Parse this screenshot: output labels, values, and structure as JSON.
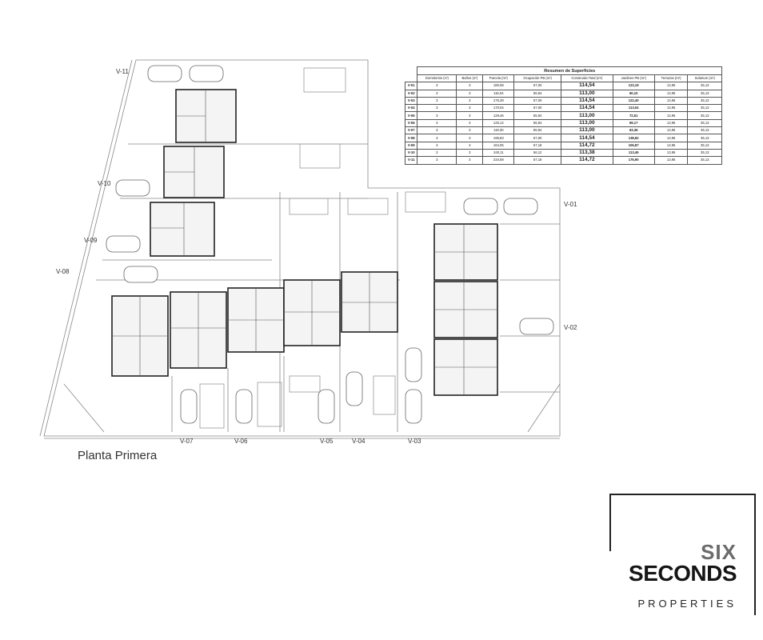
{
  "plan": {
    "title": "Planta Primera",
    "villa_labels": [
      "V-01",
      "V-02",
      "V-03",
      "V-04",
      "V-05",
      "V-06",
      "V-07",
      "V-08",
      "V-09",
      "V-10",
      "V-11"
    ]
  },
  "summary_table": {
    "title": "Resumen de Superficies",
    "headers": [
      "Dormitorios (nº)",
      "Baños (nº)",
      "Parcela (m²)",
      "Ocupación PB (m²)",
      "Construida Total (m²)",
      "Jardines PB (m²)",
      "Terrazas (m²)",
      "Solarium (m²)"
    ],
    "rows": [
      [
        "V-01",
        "3",
        "3",
        "180,08",
        "57,00",
        "114,54",
        "123,19",
        "13,95",
        "35,13"
      ],
      [
        "V-02",
        "3",
        "3",
        "116,04",
        "55,94",
        "113,00",
        "60,10",
        "13,95",
        "35,13"
      ],
      [
        "V-03",
        "3",
        "3",
        "175,39",
        "57,00",
        "114,54",
        "122,40",
        "13,95",
        "35,13"
      ],
      [
        "V-04",
        "3",
        "3",
        "170,04",
        "57,00",
        "114,54",
        "113,04",
        "13,95",
        "35,13"
      ],
      [
        "V-05",
        "3",
        "3",
        "129,46",
        "55,94",
        "113,00",
        "72,51",
        "13,95",
        "35,13"
      ],
      [
        "V-06",
        "3",
        "3",
        "125,12",
        "55,94",
        "113,00",
        "69,17",
        "13,95",
        "35,13"
      ],
      [
        "V-07",
        "3",
        "3",
        "119,30",
        "55,94",
        "113,00",
        "63,36",
        "13,95",
        "35,13"
      ],
      [
        "V-08",
        "3",
        "3",
        "195,83",
        "57,00",
        "114,54",
        "138,82",
        "13,95",
        "35,13"
      ],
      [
        "V-09",
        "3",
        "3",
        "164,05",
        "57,18",
        "114,72",
        "106,87",
        "13,95",
        "35,13"
      ],
      [
        "V-10",
        "3",
        "3",
        "240,11",
        "56,12",
        "113,38",
        "113,45",
        "13,95",
        "35,13"
      ],
      [
        "V-11",
        "3",
        "3",
        "234,08",
        "57,18",
        "114,72",
        "176,90",
        "13,95",
        "35,13"
      ]
    ]
  },
  "logo": {
    "line1": "SIX",
    "line2": "SECONDS",
    "line3": "PROPERTIES"
  }
}
